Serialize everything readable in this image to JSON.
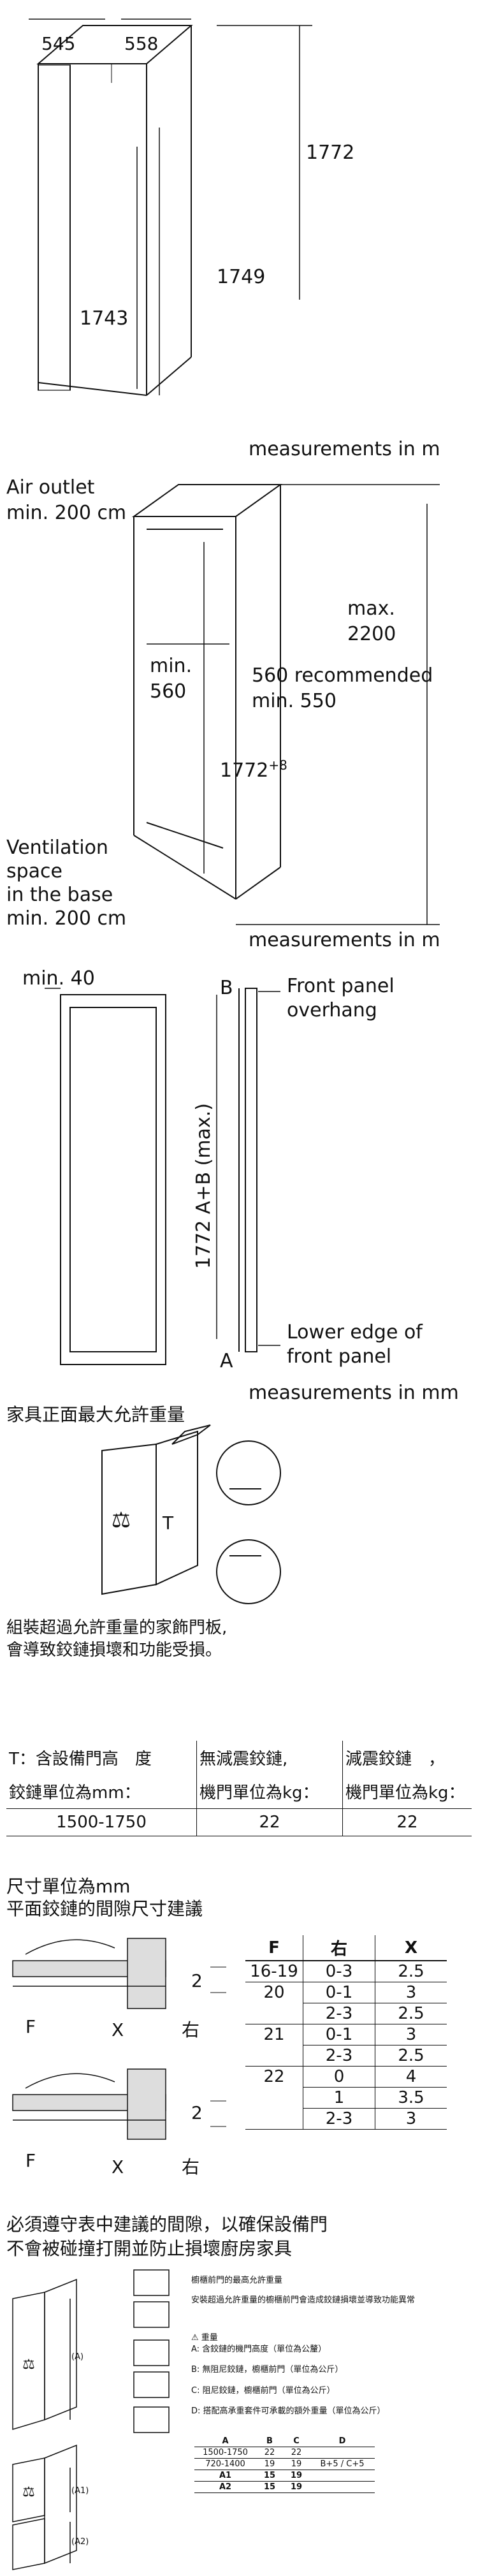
{
  "s1": {
    "dim_w": "545",
    "dim_d": "558",
    "dim_h1": "1772",
    "dim_h2": "1749",
    "dim_h3": "1743",
    "measurements": "measurements in m"
  },
  "s2": {
    "air_outlet": "Air outlet",
    "air_min": "min. 200 cm",
    "max_label": "max.",
    "max_val": "2200",
    "min_label": "min.",
    "min_val": "560",
    "rec1": "560 recommended",
    "rec2": "min. 550",
    "h_val": "1772",
    "h_tol": "+8",
    "vent1": "Ventilation",
    "vent2": "space",
    "vent3": "in the base",
    "vent4": "min. 200 cm",
    "measurements": "measurements in m"
  },
  "s3": {
    "min40": "min. 40",
    "b": "B",
    "front1": "Front panel",
    "front2": "overhang",
    "vertical": "1772 A+B (max.)",
    "a": "A",
    "lower1": "Lower edge of",
    "lower2": "front panel",
    "measurements": "measurements in mm"
  },
  "s4": {
    "title": "家具正面最大允許重量",
    "t_label": "T",
    "note1": "組裝超過允許重量的家飾門板,",
    "note2": "會導致鉸鏈損壞和功能受損。"
  },
  "s5": {
    "h1a": "T：含設備門高",
    "h1b": "度",
    "h1c": "無減震鉸鏈,",
    "h1d": "減震鉸鏈",
    "h1e": "，",
    "h2a": "鉸鏈單位為mm：",
    "h2b": "機門單位為kg：",
    "h2c": "機門單位為kg：",
    "row": [
      "1500-1750",
      "22",
      "22"
    ]
  },
  "s6": {
    "title1": "尺寸單位為mm",
    "title2": "平面鉸鏈的間隙尺寸建議",
    "f": "F",
    "x": "X",
    "right": "右",
    "two": "2",
    "headers": [
      "F",
      "右",
      "X"
    ],
    "rows": [
      [
        "16-19",
        "0-3",
        "2.5"
      ],
      [
        "20",
        "0-1",
        "3"
      ],
      [
        "",
        "2-3",
        "2.5"
      ],
      [
        "21",
        "0-1",
        "3"
      ],
      [
        "",
        "2-3",
        "2.5"
      ],
      [
        "22",
        "0",
        "4"
      ],
      [
        "",
        "1",
        "3.5"
      ],
      [
        "",
        "2-3",
        "3"
      ]
    ]
  },
  "s7": {
    "line1": "必須遵守表中建議的間隙，以確保設備門",
    "line2": "不會被碰撞打開並防止損壞廚房家具",
    "r1": "櫥櫃前門的最高允許重量",
    "r2": "安裝超過允許重量的櫥櫃前門會造成鉸鏈損壞並導致功能異常",
    "la": "重量",
    "la1": "A: 含鉸鏈的機門高度（單位為公釐）",
    "lb": "B: 無阻尼鉸鏈，櫥櫃前門（單位為公斤）",
    "lc": "C: 阻尼鉸鏈，櫥櫃前門（單位為公斤）",
    "ld": "D: 搭配高承重套件可承載的額外重量（單位為公斤）",
    "a_lbl": "(A)",
    "a1_lbl": "(A1)",
    "a2_lbl": "(A2)",
    "t_head": [
      "A",
      "B",
      "C",
      "D"
    ],
    "t_rows": [
      [
        "1500-1750",
        "22",
        "22",
        ""
      ],
      [
        "720-1400",
        "19",
        "19",
        "B+5 / C+5"
      ],
      [
        "A1",
        "15",
        "19",
        ""
      ],
      [
        "A2",
        "15",
        "19",
        ""
      ]
    ]
  }
}
